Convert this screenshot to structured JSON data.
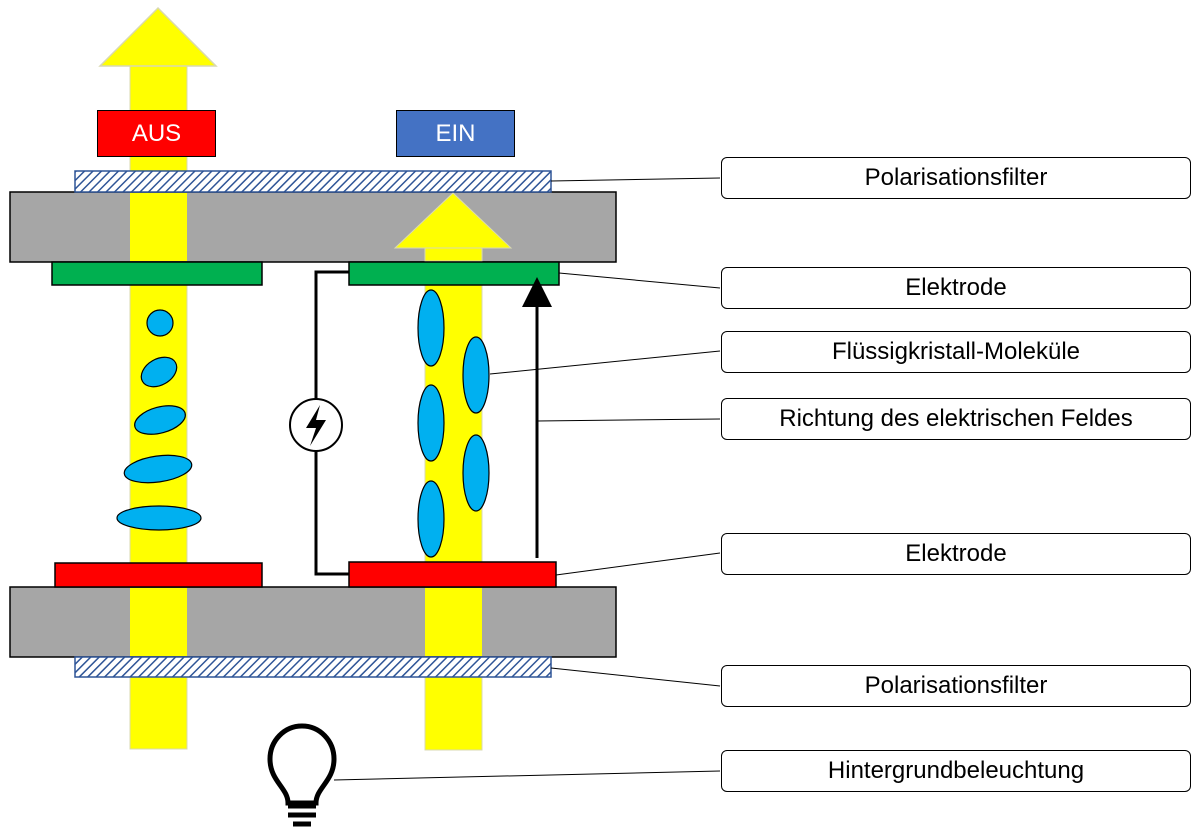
{
  "states": {
    "off": "AUS",
    "on": "EIN"
  },
  "labels": {
    "polarizer_top": "Polarisationsfilter",
    "electrode_top": "Elektrode",
    "lc_molecules": "Flüssigkristall-Moleküle",
    "field_direction": "Richtung des elektrischen Feldes",
    "electrode_bottom": "Elektrode",
    "polarizer_bottom": "Polarisationsfilter",
    "backlight": "Hintergrundbeleuchtung"
  },
  "colors": {
    "light": "#ffff00",
    "glass": "#a6a6a6",
    "electrode_top": "#00b050",
    "electrode_bottom": "#ff0000",
    "molecule": "#00b0f0",
    "off_state": "#ff0000",
    "on_state": "#4472c4",
    "polarizer_hatch": "#2f5597"
  },
  "icons": {
    "power_source": "lightning-bolt-icon",
    "backlight": "light-bulb-icon"
  }
}
